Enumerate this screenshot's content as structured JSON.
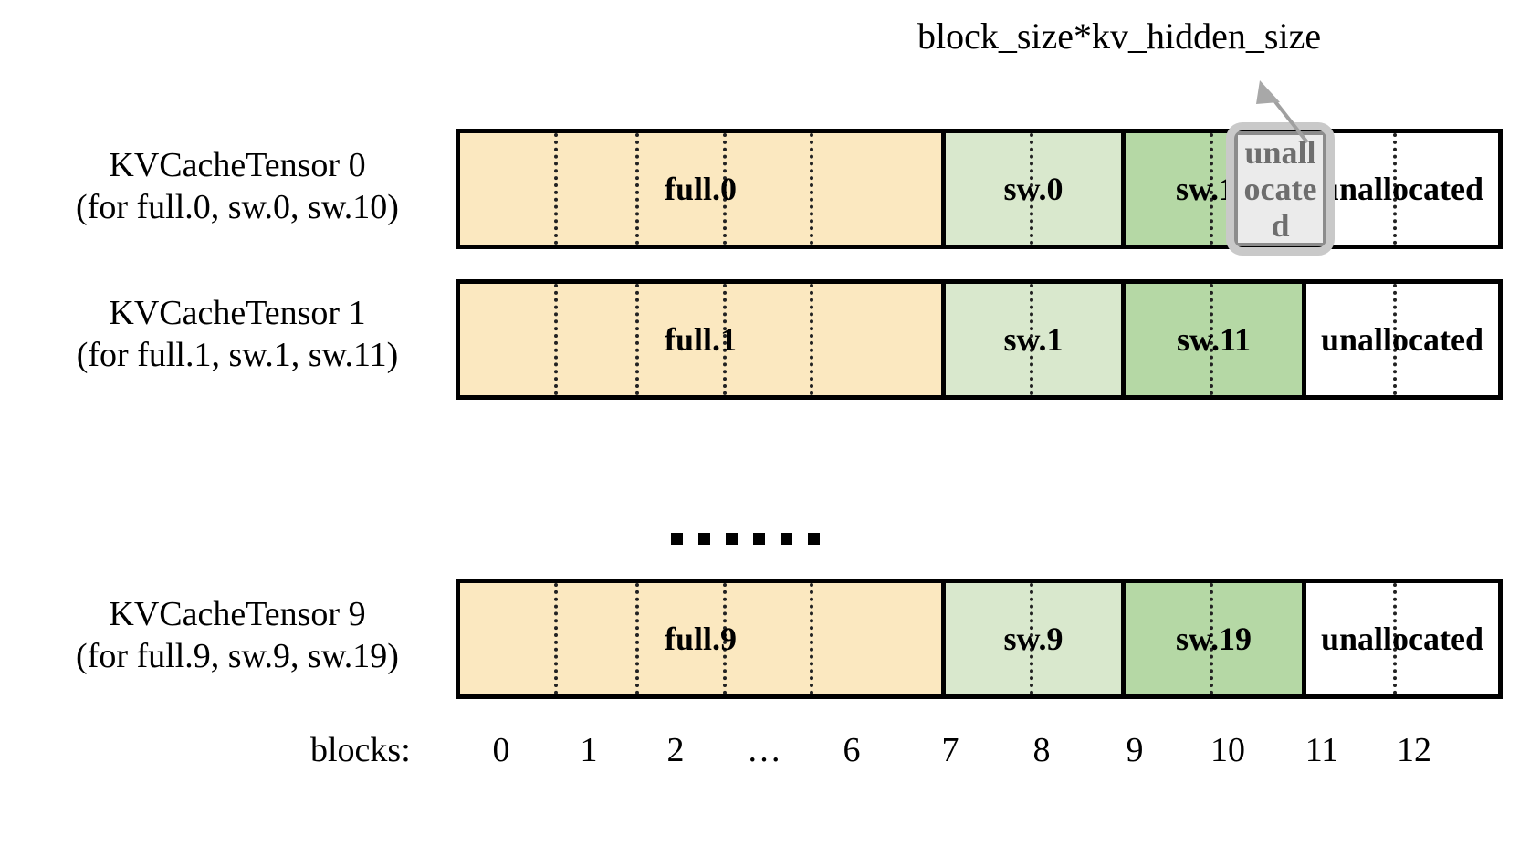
{
  "diagram": {
    "title_annotation": "block_size*kv_hidden_size",
    "ellipsis_marker": "......",
    "axis": {
      "title": "blocks:",
      "ticks": [
        "0",
        "1",
        "2",
        "…",
        "6",
        "7",
        "8",
        "9",
        "10",
        "11",
        "12"
      ]
    },
    "colors": {
      "full_fill": "#fbe8c0",
      "sw_light_fill": "#d9e8cd",
      "sw_dark_fill": "#b5d8a5",
      "unallocated_fill": "#ffffff",
      "border": "#000000",
      "callout_outer": "#c9c9c9",
      "callout_inner_border": "#8c8c8c",
      "callout_inner_fill": "#ebebeb",
      "callout_text": "#6e6e6e",
      "arrow": "#a0a0a0"
    },
    "rows": [
      {
        "label_line1": "KVCacheTensor 0",
        "label_line2": "(for full.0, sw.0, sw.10)",
        "segments": [
          {
            "name": "full.0",
            "kind": "full"
          },
          {
            "name": "sw.0",
            "kind": "sw-light"
          },
          {
            "name": "sw.10",
            "kind": "sw-dark"
          },
          {
            "name": "unallocated",
            "kind": "unalloc"
          }
        ]
      },
      {
        "label_line1": "KVCacheTensor 1",
        "label_line2": "(for full.1, sw.1, sw.11)",
        "segments": [
          {
            "name": "full.1",
            "kind": "full"
          },
          {
            "name": "sw.1",
            "kind": "sw-light"
          },
          {
            "name": "sw.11",
            "kind": "sw-dark"
          },
          {
            "name": "unallocated",
            "kind": "unalloc"
          }
        ]
      },
      {
        "label_line1": "KVCacheTensor 9",
        "label_line2": "(for full.9, sw.9, sw.19)",
        "segments": [
          {
            "name": "full.9",
            "kind": "full"
          },
          {
            "name": "sw.9",
            "kind": "sw-light"
          },
          {
            "name": "sw.19",
            "kind": "sw-dark"
          },
          {
            "name": "unallocated",
            "kind": "unalloc"
          }
        ]
      }
    ],
    "callout": {
      "highlighted_block_text": "unallocated"
    }
  }
}
